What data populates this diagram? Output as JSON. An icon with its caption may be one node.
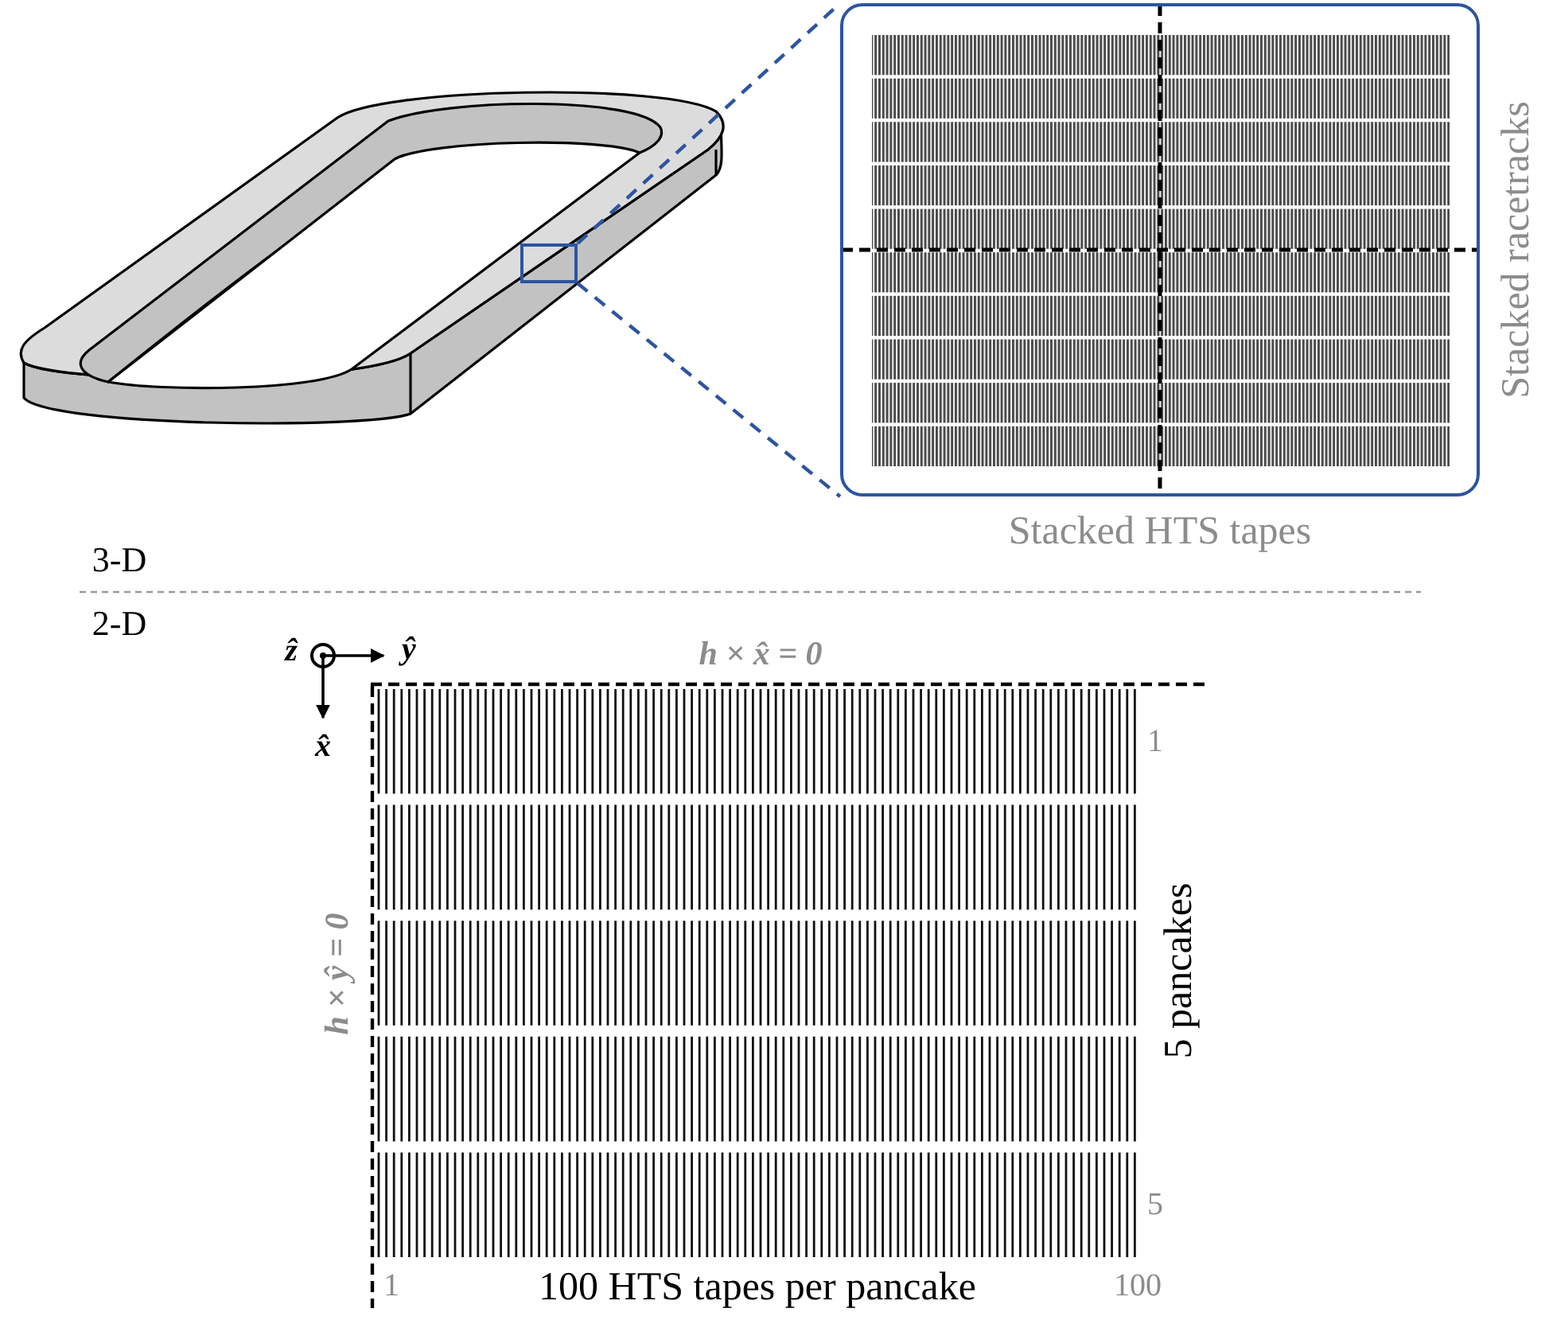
{
  "diagram": {
    "nodes": [
      {
        "text": [],
        "shape": "box"
      },
      {
        "text": [],
        "shape": "box",
        "beside": [
          "Stacked racetracks",
          "Stacked HTS tapes"
        ]
      }
    ],
    "edges": [
      {
        "from": 0,
        "to": 1,
        "arrow": "none",
        "style": "dashed"
      },
      {
        "from": 0,
        "to": 1,
        "arrow": "none",
        "style": "dashed"
      }
    ],
    "labels": [
      "3-D",
      "2-D",
      "ẑ",
      "ŷ",
      "h × x̂ = 0",
      "x̂",
      "1",
      "h × ŷ = 0",
      "5 pancakes",
      "5",
      "1",
      "100 HTS tapes per pancake",
      "100"
    ]
  }
}
